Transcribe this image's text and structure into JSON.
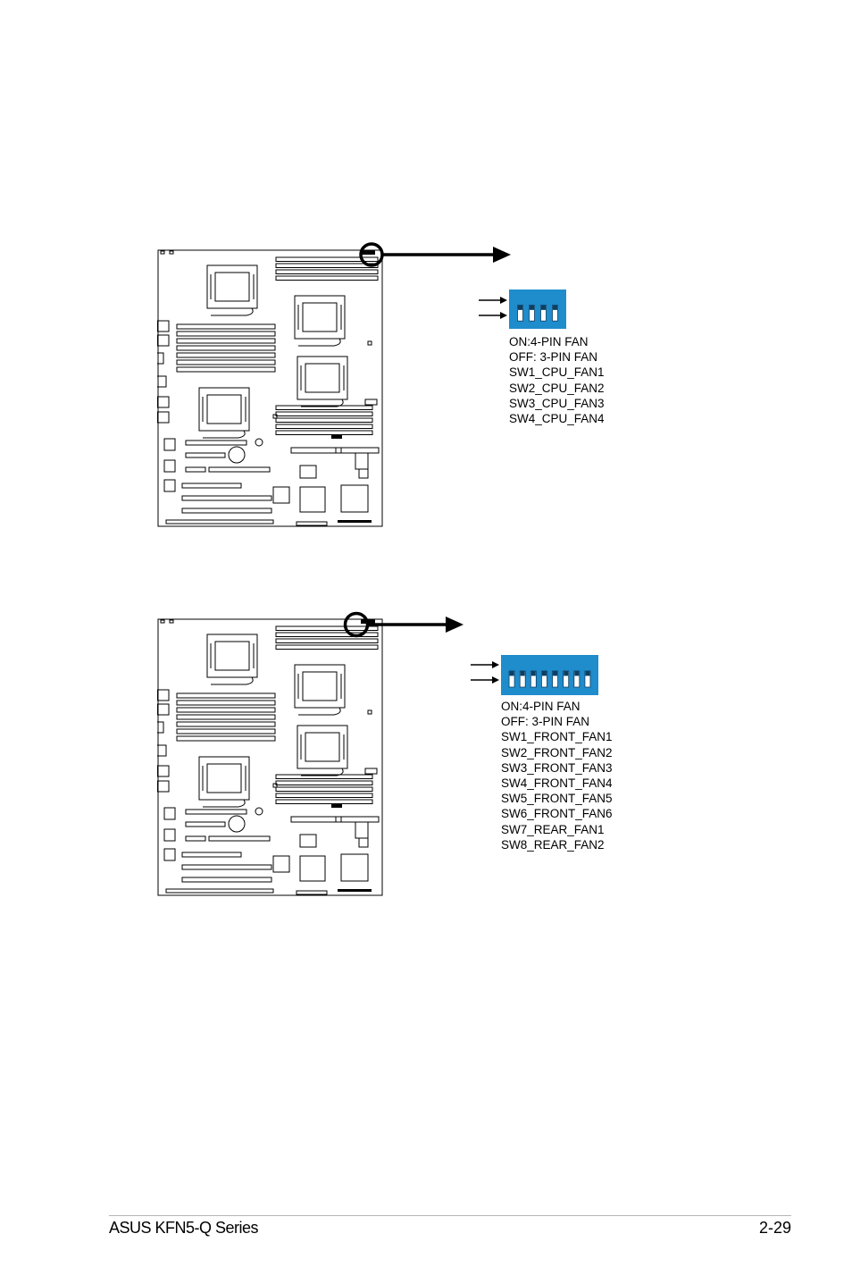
{
  "figure1": {
    "switch_count": 4,
    "switch_color": "#1f8ccc",
    "labels": [
      "ON:4-PIN FAN",
      "OFF: 3-PIN FAN",
      "SW1_CPU_FAN1",
      "SW2_CPU_FAN2",
      "SW3_CPU_FAN3",
      "SW4_CPU_FAN4"
    ]
  },
  "figure2": {
    "switch_count": 8,
    "switch_color": "#1f8ccc",
    "labels": [
      "ON:4-PIN FAN",
      "OFF: 3-PIN FAN",
      "SW1_FRONT_FAN1",
      "SW2_FRONT_FAN2",
      "SW3_FRONT_FAN3",
      "SW4_FRONT_FAN4",
      "SW5_FRONT_FAN5",
      "SW6_FRONT_FAN6",
      "SW7_REAR_FAN1",
      "SW8_REAR_FAN2"
    ]
  },
  "footer": {
    "product": "ASUS KFN5-Q Series",
    "page_number": "2-29"
  }
}
